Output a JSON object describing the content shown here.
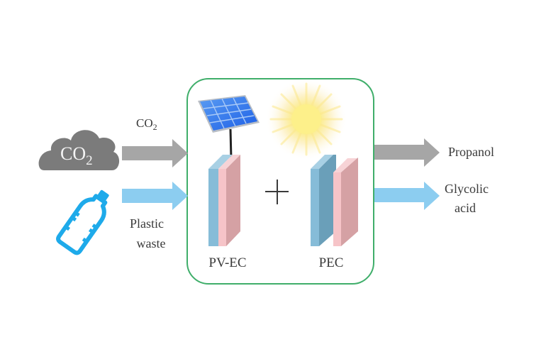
{
  "diagram": {
    "title": "CO2 and plastic waste conversion via PV-EC and PEC",
    "colors": {
      "box_border": "#3fae6a",
      "co2_stream": "#a6a6a6",
      "plastic_stream": "#8ccdf0",
      "cloud": "#7b7b7b",
      "bottle": "#1eaaea",
      "photoanode": "#86bcd8",
      "photoanode_side": "#6a9fb9",
      "cathode": "#f6c4c8",
      "cathode_side": "#d5a1a4",
      "text": "#3a3a3a"
    },
    "inputs": {
      "cloud_text": "CO",
      "cloud_sub": "2",
      "co2_label": "CO",
      "co2_label_sub": "2",
      "plastic_label_line1": "Plastic",
      "plastic_label_line2": "waste"
    },
    "reactor": {
      "plus": "+",
      "pvec_label": "PV-EC",
      "pec_label": "PEC"
    },
    "outputs": {
      "product1": "Propanol",
      "product2_line1": "Glycolic",
      "product2_line2": "acid"
    }
  }
}
